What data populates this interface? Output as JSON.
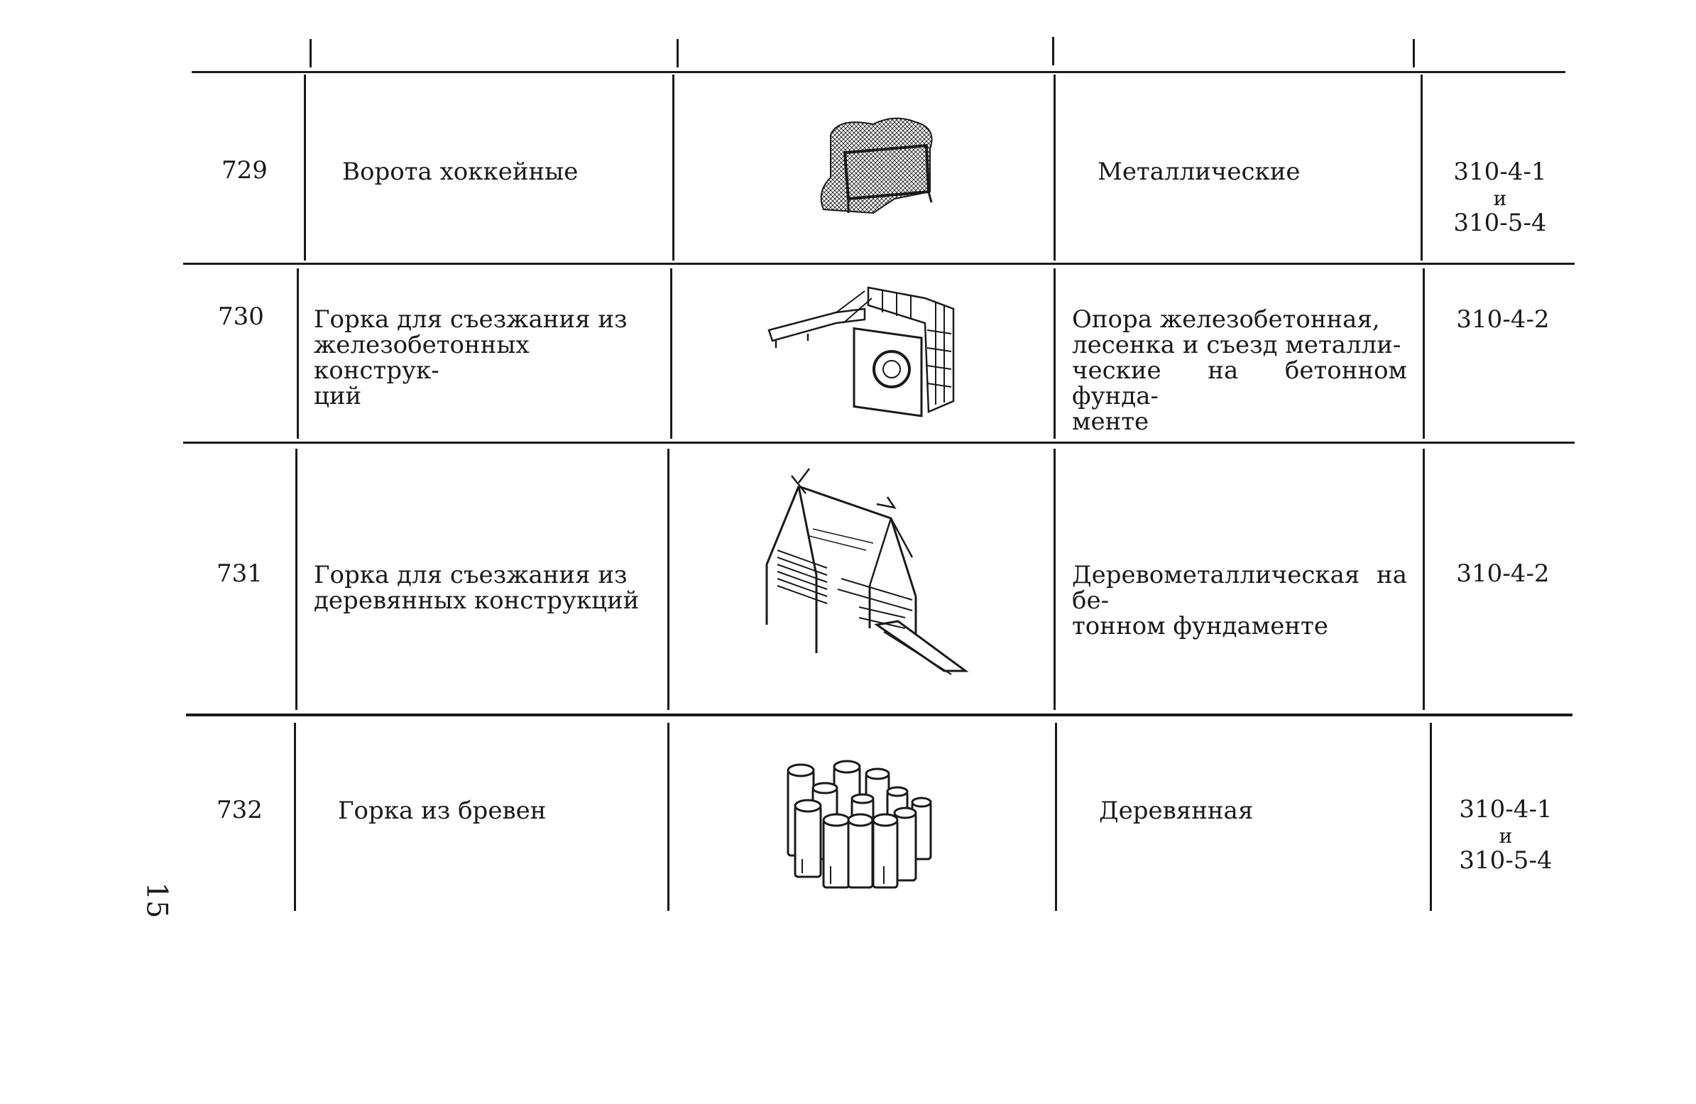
{
  "page_number": "15",
  "rows": [
    {
      "number": "729",
      "name": "Ворота хоккейные",
      "picture": "hockey-goal-icon",
      "material": "Металлические",
      "code_1": "310-4-1",
      "code_and": "и",
      "code_2": "310-5-4"
    },
    {
      "number": "730",
      "name_lines": [
        "Горка для съезжания из",
        "железобетонных конструк-",
        "ций"
      ],
      "picture": "concrete-slide-icon",
      "material_lines": [
        "Опора железобетонная,",
        "лесенка и съезд металли-",
        "ческие на бетонном фунда-",
        "менте"
      ],
      "code_1": "310-4-2"
    },
    {
      "number": "731",
      "name_lines": [
        "Горка для съезжания из",
        "деревянных конструкций"
      ],
      "picture": "wooden-slide-house-icon",
      "material_lines": [
        "Деревометаллическая на бе-",
        "тонном фундаменте"
      ],
      "code_1": "310-4-2"
    },
    {
      "number": "732",
      "name": "Горка из бревен",
      "picture": "log-hill-icon",
      "material": "Деревянная",
      "code_1": "310-4-1",
      "code_and": "и",
      "code_2": "310-5-4"
    }
  ]
}
